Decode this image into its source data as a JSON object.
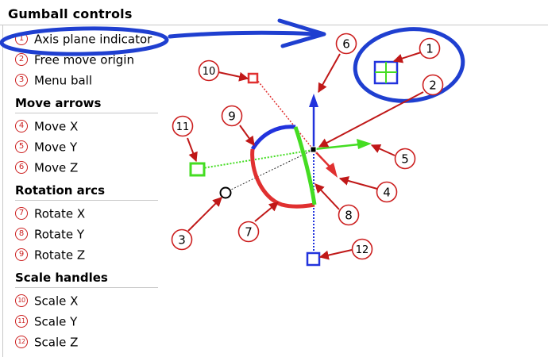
{
  "title": "Gumball controls",
  "sections": [
    {
      "heading": "",
      "items": [
        {
          "num": "1",
          "label": "Axis plane indicator"
        },
        {
          "num": "2",
          "label": "Free move origin"
        },
        {
          "num": "3",
          "label": "Menu ball"
        }
      ]
    },
    {
      "heading": "Move arrows",
      "items": [
        {
          "num": "4",
          "label": "Move X"
        },
        {
          "num": "5",
          "label": "Move Y"
        },
        {
          "num": "6",
          "label": "Move Z"
        }
      ]
    },
    {
      "heading": "Rotation arcs",
      "items": [
        {
          "num": "7",
          "label": "Rotate X"
        },
        {
          "num": "8",
          "label": "Rotate Y"
        },
        {
          "num": "9",
          "label": "Rotate Z"
        }
      ]
    },
    {
      "heading": "Scale handles",
      "items": [
        {
          "num": "10",
          "label": "Scale X"
        },
        {
          "num": "11",
          "label": "Scale Y"
        },
        {
          "num": "12",
          "label": "Scale Z"
        }
      ]
    }
  ],
  "callouts": [
    "1",
    "2",
    "3",
    "4",
    "5",
    "6",
    "7",
    "8",
    "9",
    "10",
    "11",
    "12"
  ],
  "colors": {
    "x_axis": "#e03030",
    "y_axis": "#44dd22",
    "z_axis": "#2233dd",
    "callout": "#cc1f1f",
    "highlight_marker": "#1f3fd0",
    "rule": "#c8c8c8"
  }
}
